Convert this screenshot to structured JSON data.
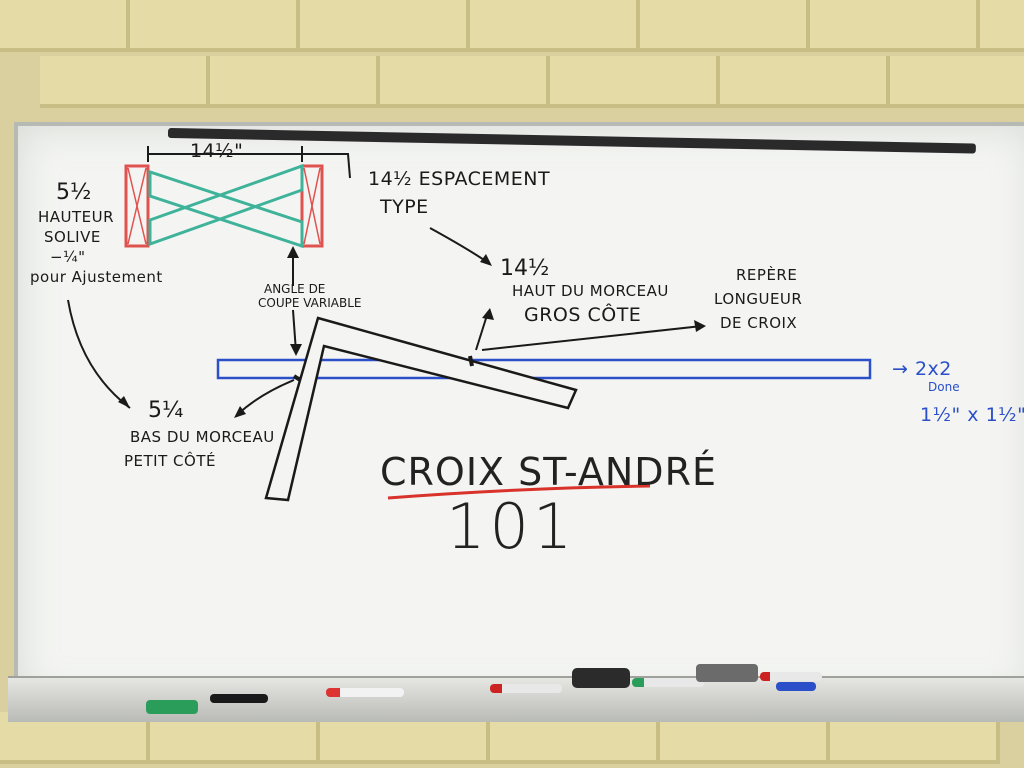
{
  "whiteboard": {
    "dim_top": "14½\"",
    "spacing_label": "14½ ESPACEMENT",
    "spacing_type": "TYPE",
    "left_value": "5½",
    "left_line1": "HAUTEUR",
    "left_line2": "SOLIVE",
    "left_line3": "−¼\"",
    "left_line4": "pour Ajustement",
    "angle_line1": "ANGLE DE",
    "angle_line2": "COUPE VARIABLE",
    "top_piece_value": "14½",
    "top_piece_line1": "HAUT DU MORCEAU",
    "top_piece_line2": "GROS CÔTE",
    "marker_line1": "REPÈRE",
    "marker_line2": "LONGUEUR",
    "marker_line3": "DE CROIX",
    "bottom_value": "5¼",
    "bottom_line1": "BAS DU MORCEAU",
    "bottom_line2": "PETIT CÔTÉ",
    "lumber_arrow": "→ 2x2",
    "lumber_done": "Done",
    "lumber_dims": "1½\" x 1½\"",
    "title": "CROIX ST-ANDRÉ",
    "number": "101"
  },
  "colors": {
    "joist_red": "#e0524f",
    "brace_green": "#3fb39a",
    "lumber_blue": "#2a4fc9",
    "underline_red": "#d9322b"
  }
}
